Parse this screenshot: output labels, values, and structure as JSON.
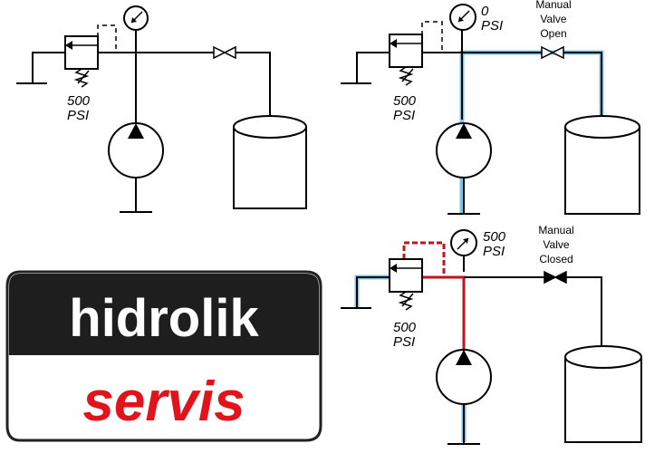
{
  "panel_top_left": {
    "relief_label_value": "500",
    "relief_label_unit": "PSI"
  },
  "panel_top_right": {
    "gauge_value": "0",
    "gauge_unit": "PSI",
    "relief_label_value": "500",
    "relief_label_unit": "PSI",
    "valve_label": [
      "Manual",
      "Valve",
      "Open"
    ]
  },
  "panel_bottom_right": {
    "gauge_value": "500",
    "gauge_unit": "PSI",
    "relief_label_value": "500",
    "relief_label_unit": "PSI",
    "valve_label": [
      "Manual",
      "Valve",
      "Closed"
    ]
  },
  "logo": {
    "word_top": "hidrolik",
    "word_bottom": "servis"
  },
  "colors": {
    "flow_line": "#7ec3e6",
    "pressure_line": "#c0141c",
    "logo_dark": "#1e1e1e",
    "logo_red": "#e3131b"
  }
}
